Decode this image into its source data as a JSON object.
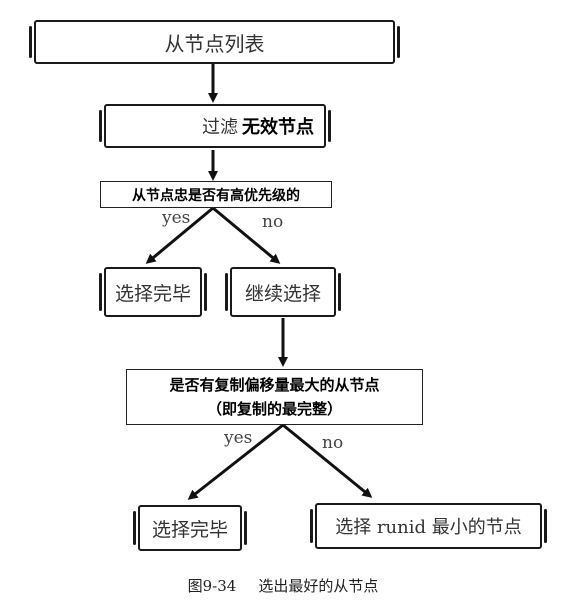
{
  "nodes": {
    "slave_list": "从节点列表",
    "filter_prefix": "过滤",
    "filter_suffix": "无效节点",
    "priority_question": "从节点忠是否有高优先级的",
    "select_done_1": "选择完毕",
    "continue_select": "继续选择",
    "offset_question_line1": "是否有复制偏移量最大的从节点",
    "offset_question_line2": "（即复制的最完整）",
    "select_done_2": "选择完毕",
    "select_min_runid": "选择 runid 最小的节点"
  },
  "edges": {
    "yes_1": "yes",
    "no_1": "no",
    "yes_2": "yes",
    "no_2": "no"
  },
  "caption": {
    "figure_number": "图9-34",
    "title": "选出最好的从节点"
  }
}
